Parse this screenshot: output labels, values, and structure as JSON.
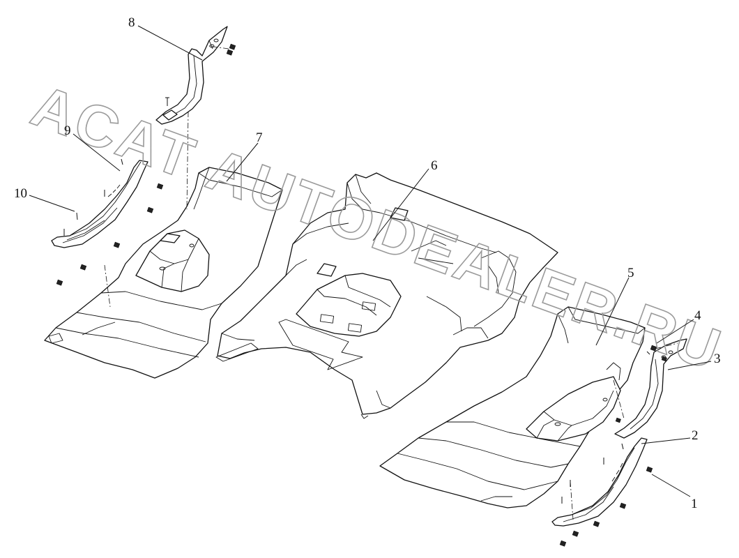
{
  "watermark": {
    "text": "ACAT AUTODEALER.RU"
  },
  "callouts": [
    {
      "number": "1"
    },
    {
      "number": "2"
    },
    {
      "number": "3"
    },
    {
      "number": "4"
    },
    {
      "number": "5"
    },
    {
      "number": "6"
    },
    {
      "number": "7"
    },
    {
      "number": "8"
    },
    {
      "number": "9"
    },
    {
      "number": "10"
    }
  ]
}
